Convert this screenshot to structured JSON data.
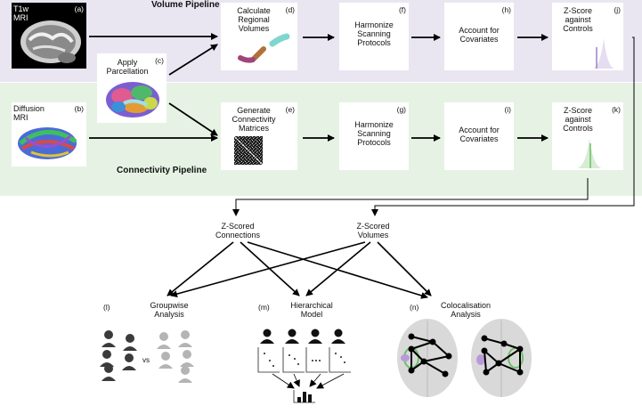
{
  "pipelines": {
    "volume_title": "Volume Pipeline",
    "connectivity_title": "Connectivity Pipeline"
  },
  "boxes": {
    "a": {
      "label": "(a)",
      "text": [
        "T1w",
        "MRI"
      ]
    },
    "b": {
      "label": "(b)",
      "text": [
        "Diffusion",
        "MRI"
      ]
    },
    "c": {
      "label": "(c)",
      "text": [
        "Apply",
        "Parcellation"
      ]
    },
    "d": {
      "label": "(d)",
      "text": [
        "Calculate",
        "Regional",
        "Volumes"
      ]
    },
    "e": {
      "label": "(e)",
      "text": [
        "Generate",
        "Connectivity",
        "Matrices"
      ]
    },
    "f": {
      "label": "(f)",
      "text": [
        "Harmonize",
        "Scanning",
        "Protocols"
      ]
    },
    "g": {
      "label": "(g)",
      "text": [
        "Harmonize",
        "Scanning",
        "Protocols"
      ]
    },
    "h": {
      "label": "(h)",
      "text": [
        "Account for",
        "Covariates"
      ]
    },
    "i": {
      "label": "(i)",
      "text": [
        "Account for",
        "Covariates"
      ]
    },
    "j": {
      "label": "(j)",
      "text": [
        "Z-Score",
        "against",
        "Controls"
      ]
    },
    "k": {
      "label": "(k)",
      "text": [
        "Z-Score",
        "against",
        "Controls"
      ]
    }
  },
  "zscored": {
    "connections": [
      "Z-Scored",
      "Connections"
    ],
    "volumes": [
      "Z-Scored",
      "Volumes"
    ]
  },
  "analyses": {
    "l": {
      "label": "(l)",
      "text": [
        "Groupwise",
        "Analysis"
      ],
      "vs": "vs"
    },
    "m": {
      "label": "(m)",
      "text": [
        "Hierarchical",
        "Model"
      ]
    },
    "n": {
      "label": "(n)",
      "text": [
        "Colocalisation",
        "Analysis"
      ]
    }
  },
  "colors": {
    "volume_band": "#e9e6f2",
    "connectivity_band": "#e6f3e4",
    "volume_accent": "#9b7fc9",
    "connectivity_accent": "#6fbf6a"
  }
}
